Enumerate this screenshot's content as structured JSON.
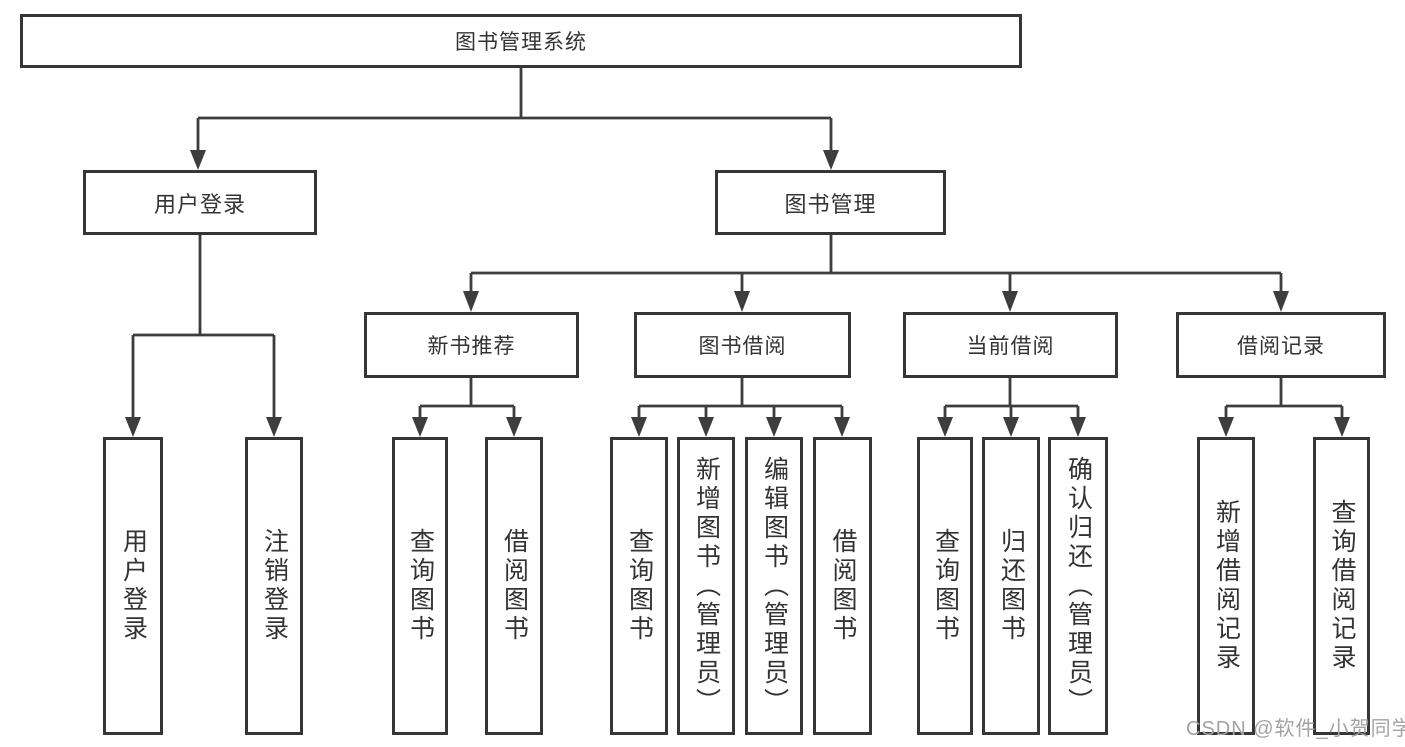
{
  "diagram": {
    "type": "hierarchy",
    "tree": {
      "label": "图书管理系统",
      "children": [
        {
          "label": "用户登录",
          "children": [
            {
              "label": "用户登录"
            },
            {
              "label": "注销登录"
            }
          ]
        },
        {
          "label": "图书管理",
          "children": [
            {
              "label": "新书推荐",
              "children": [
                {
                  "label": "查询图书"
                },
                {
                  "label": "借阅图书"
                }
              ]
            },
            {
              "label": "图书借阅",
              "children": [
                {
                  "label": "查询图书"
                },
                {
                  "label": "新增图书（管理员）"
                },
                {
                  "label": "编辑图书（管理员）"
                },
                {
                  "label": "借阅图书"
                }
              ]
            },
            {
              "label": "当前借阅",
              "children": [
                {
                  "label": "查询图书"
                },
                {
                  "label": "归还图书"
                },
                {
                  "label": "确认归还（管理员）"
                }
              ]
            },
            {
              "label": "借阅记录",
              "children": [
                {
                  "label": "新增借阅记录"
                },
                {
                  "label": "查询借阅记录"
                }
              ]
            }
          ]
        }
      ]
    }
  },
  "watermark": "CSDN @软件_小贺同学",
  "colors": {
    "line": "#3d3d3d",
    "box-border": "#363636",
    "text": "#333333",
    "background": "#ffffff",
    "watermark": "#a3a3a3"
  }
}
